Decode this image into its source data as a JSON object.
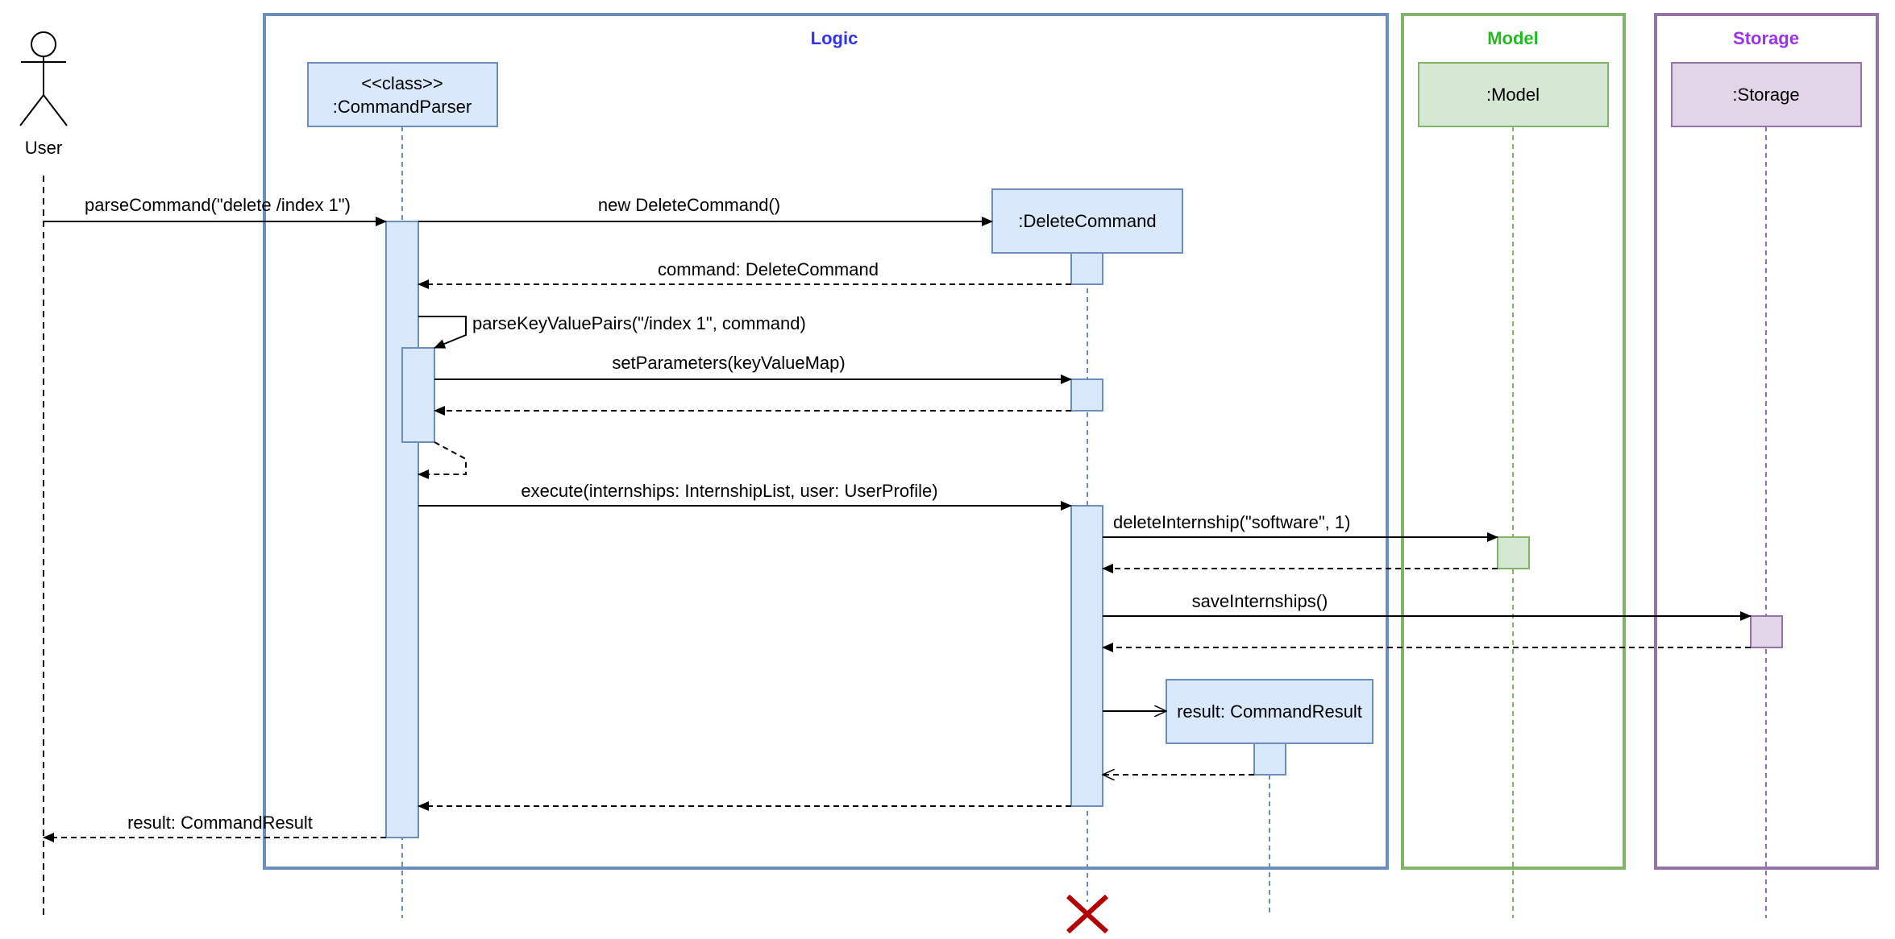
{
  "colors": {
    "logic_frame": "#6c8ebf",
    "logic_title": "#3333ee",
    "model_frame": "#82b366",
    "model_title": "#22bb22",
    "model_fill": "#d5e8d4",
    "storage_frame": "#9673a6",
    "storage_title": "#9933ee",
    "storage_fill": "#e1d5e7",
    "class_fill": "#dae8fc",
    "class_stroke": "#6c8ebf",
    "destroy": "#b20000",
    "arrow": "#000000"
  },
  "frames": {
    "logic": {
      "title": "Logic"
    },
    "model": {
      "title": "Model"
    },
    "storage": {
      "title": "Storage"
    }
  },
  "actor": {
    "label": "User",
    "icon": "stick-figure-icon"
  },
  "participants": {
    "command_parser": {
      "stereotype": "<<class>>",
      "name": ":CommandParser"
    },
    "delete_command": {
      "name": ":DeleteCommand"
    },
    "command_result": {
      "name": "result: CommandResult"
    },
    "model": {
      "name": ":Model"
    },
    "storage": {
      "name": ":Storage"
    }
  },
  "messages": {
    "parse_command": "parseCommand(\"delete /index 1\")",
    "new_delete_command": "new DeleteCommand()",
    "return_command": "command: DeleteCommand",
    "parse_key_value_pairs": "parseKeyValuePairs(\"/index 1\", command)",
    "set_parameters": "setParameters(keyValueMap)",
    "execute": "execute(internships: InternshipList, user: UserProfile)",
    "delete_internship": "deleteInternship(\"software\", 1)",
    "save_internships": "saveInternships()",
    "return_result": "result: CommandResult"
  },
  "destroy_marker": {
    "icon": "destroy-x-icon"
  }
}
